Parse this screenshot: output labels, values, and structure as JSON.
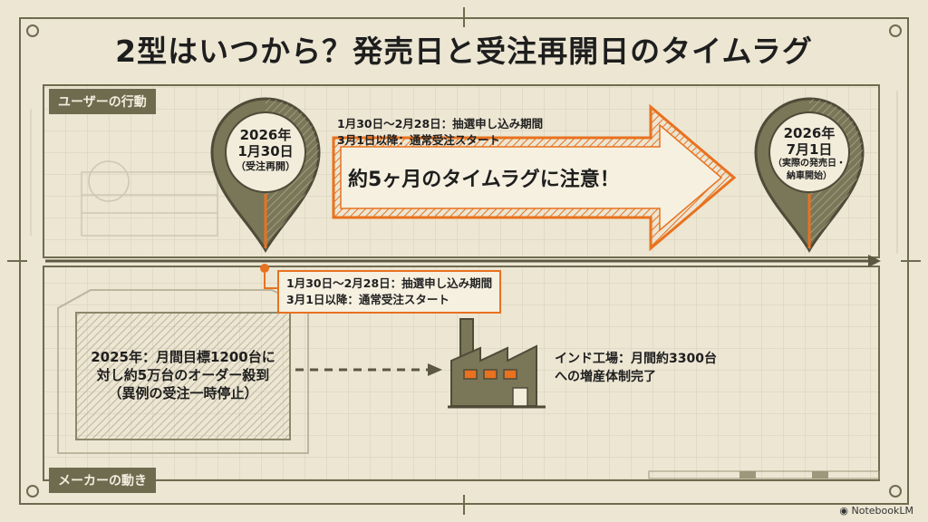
{
  "title": "2型はいつから？発売日と受注再開日のタイムラグ",
  "sections": {
    "user": "ユーザーの行動",
    "maker": "メーカーの動き"
  },
  "pin_left": {
    "year": "2026年",
    "date": "1月30日",
    "note": "（受注再開）"
  },
  "pin_right": {
    "year": "2026年",
    "date": "7月1日",
    "note_line1": "（実際の発売日・",
    "note_line2": "納車開始）"
  },
  "top_callout": {
    "line1": "1月30日〜2月28日：抽選申し込み期間",
    "line2": "3月1日以降：通常受注スタート"
  },
  "mid_callout": {
    "line1": "1月30日〜2月28日：抽選申し込み期間",
    "line2": "3月1日以降：通常受注スタート"
  },
  "arrow_message": "約5ヶ月のタイムラグに注意！",
  "order_box": {
    "line1": "2025年：月間目標1200台に",
    "line2": "対し約5万台のオーダー殺到",
    "line3": "（異例の受注一時停止）"
  },
  "factory_note": {
    "line1": "インド工場：月間約3300台",
    "line2": "への増産体制完了"
  },
  "brand": "NotebookLM",
  "colors": {
    "background": "#ece6d3",
    "accent": "#e8721f",
    "olive": "#6f6b4f",
    "pin_fill": "#7a7658"
  }
}
